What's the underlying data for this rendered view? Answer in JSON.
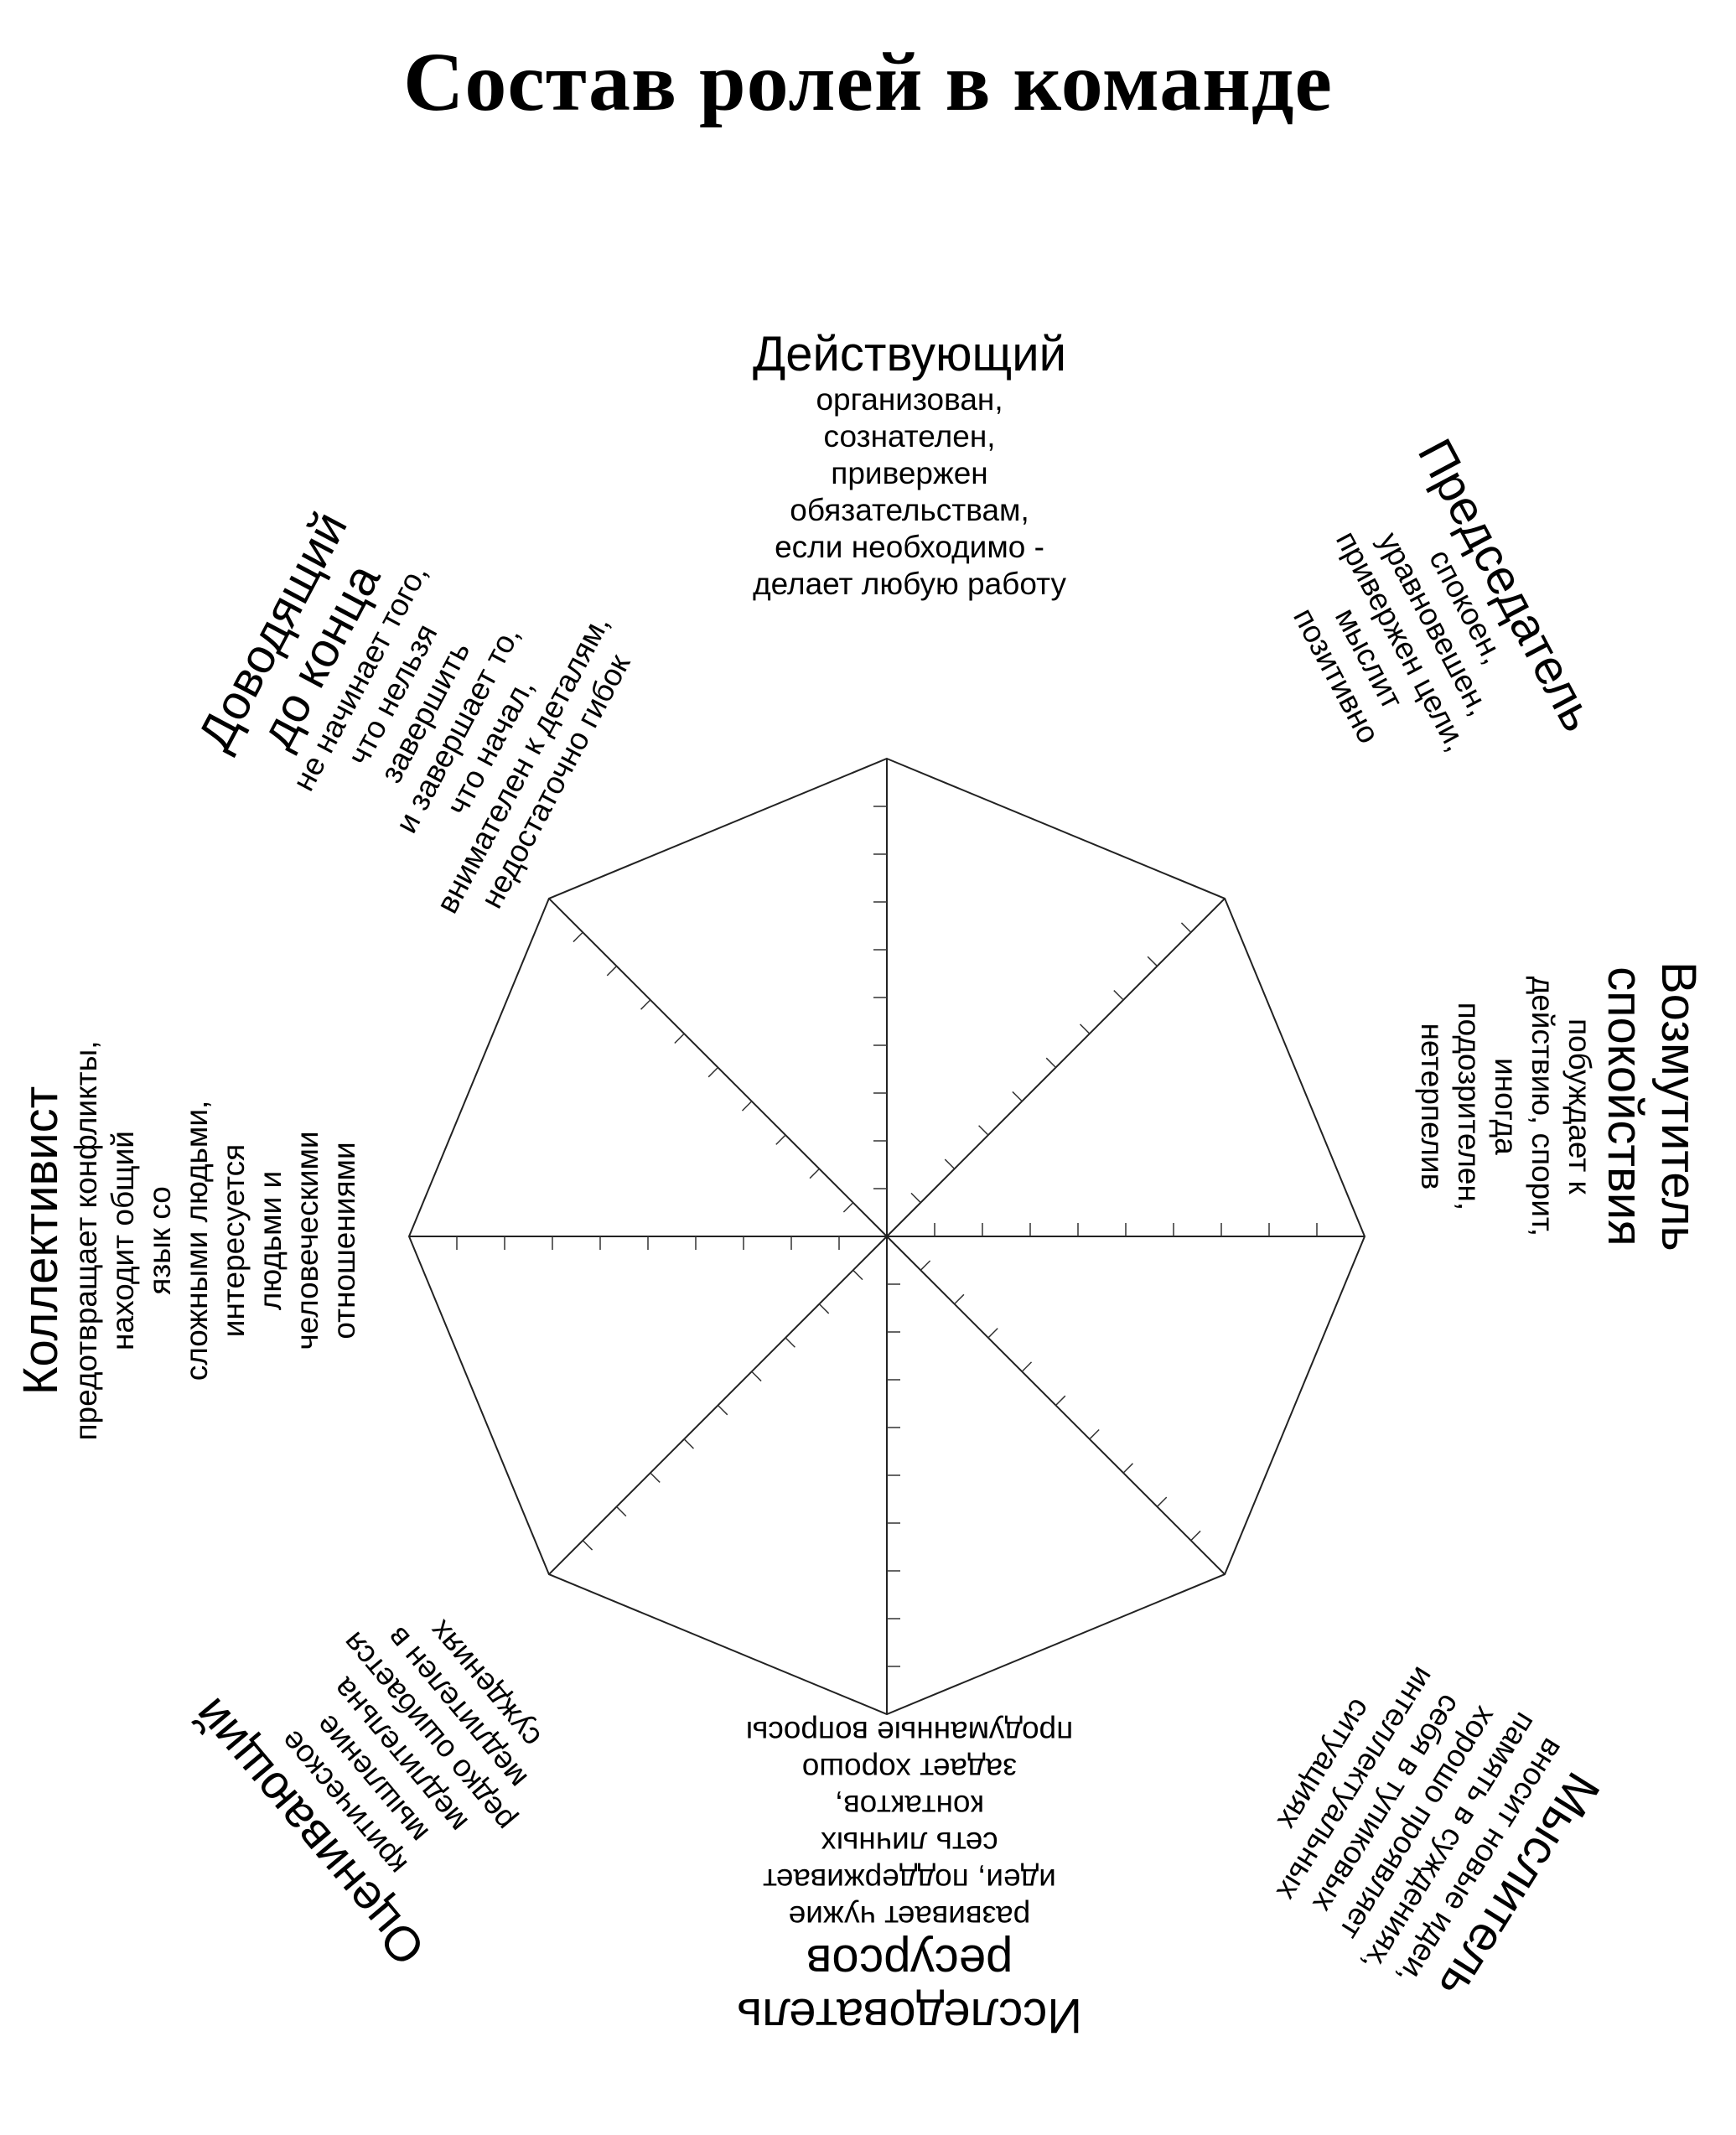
{
  "title": "Состав ролей в команде",
  "chart_data": {
    "type": "radar",
    "axes_count": 8,
    "tick_count": 10,
    "roles": [
      {
        "name_lines": [
          "Действующий"
        ],
        "desc_lines": [
          "организован,",
          "сознателен,",
          "привержен",
          "обязательствам,",
          "если необходимо -",
          "делает любую работу"
        ]
      },
      {
        "name_lines": [
          "Председатель"
        ],
        "desc_lines": [
          "спокоен,",
          "уравновешен,",
          "привержен цели,",
          "мыслит",
          "позитивно"
        ]
      },
      {
        "name_lines": [
          "Возмутитель",
          "спокойствия"
        ],
        "desc_lines": [
          "побуждает к",
          "действию, спорит,",
          "иногда",
          "подозрителен,",
          "нетерпелив"
        ]
      },
      {
        "name_lines": [
          "Мыслитель"
        ],
        "desc_lines": [
          "вносит новые идеи,",
          "память в суждениях,",
          "хорошо проявляет",
          "себя в тупиковых",
          "интеллектуальных",
          "ситуациях"
        ]
      },
      {
        "name_lines": [
          "Исследователь",
          "ресурсов"
        ],
        "desc_lines": [
          "развивает чужие",
          "идеи, поддерживает",
          "сеть личных",
          "контактов,",
          "задает хорошо",
          "продуманные вопросы"
        ]
      },
      {
        "name_lines": [
          "Оценивающий"
        ],
        "desc_lines": [
          "критическое",
          "мышление",
          "медлительна",
          "редко ошибается",
          "медлителен в",
          "суждениях"
        ]
      },
      {
        "name_lines": [
          "Коллективист"
        ],
        "desc_lines": [
          "предотвращает конфликты,",
          "находит общий",
          "язык со",
          "сложными людьми,",
          "интересуется",
          "людьми и",
          "человеческими",
          "отношениями"
        ]
      },
      {
        "name_lines": [
          "Доводящий",
          "до конца"
        ],
        "desc_lines": [
          "не начинает того,",
          "что нельзя",
          "завершить",
          "и завершает то,",
          "что начал,",
          "внимателен к деталям,",
          "недостаточно гибок"
        ]
      }
    ]
  }
}
